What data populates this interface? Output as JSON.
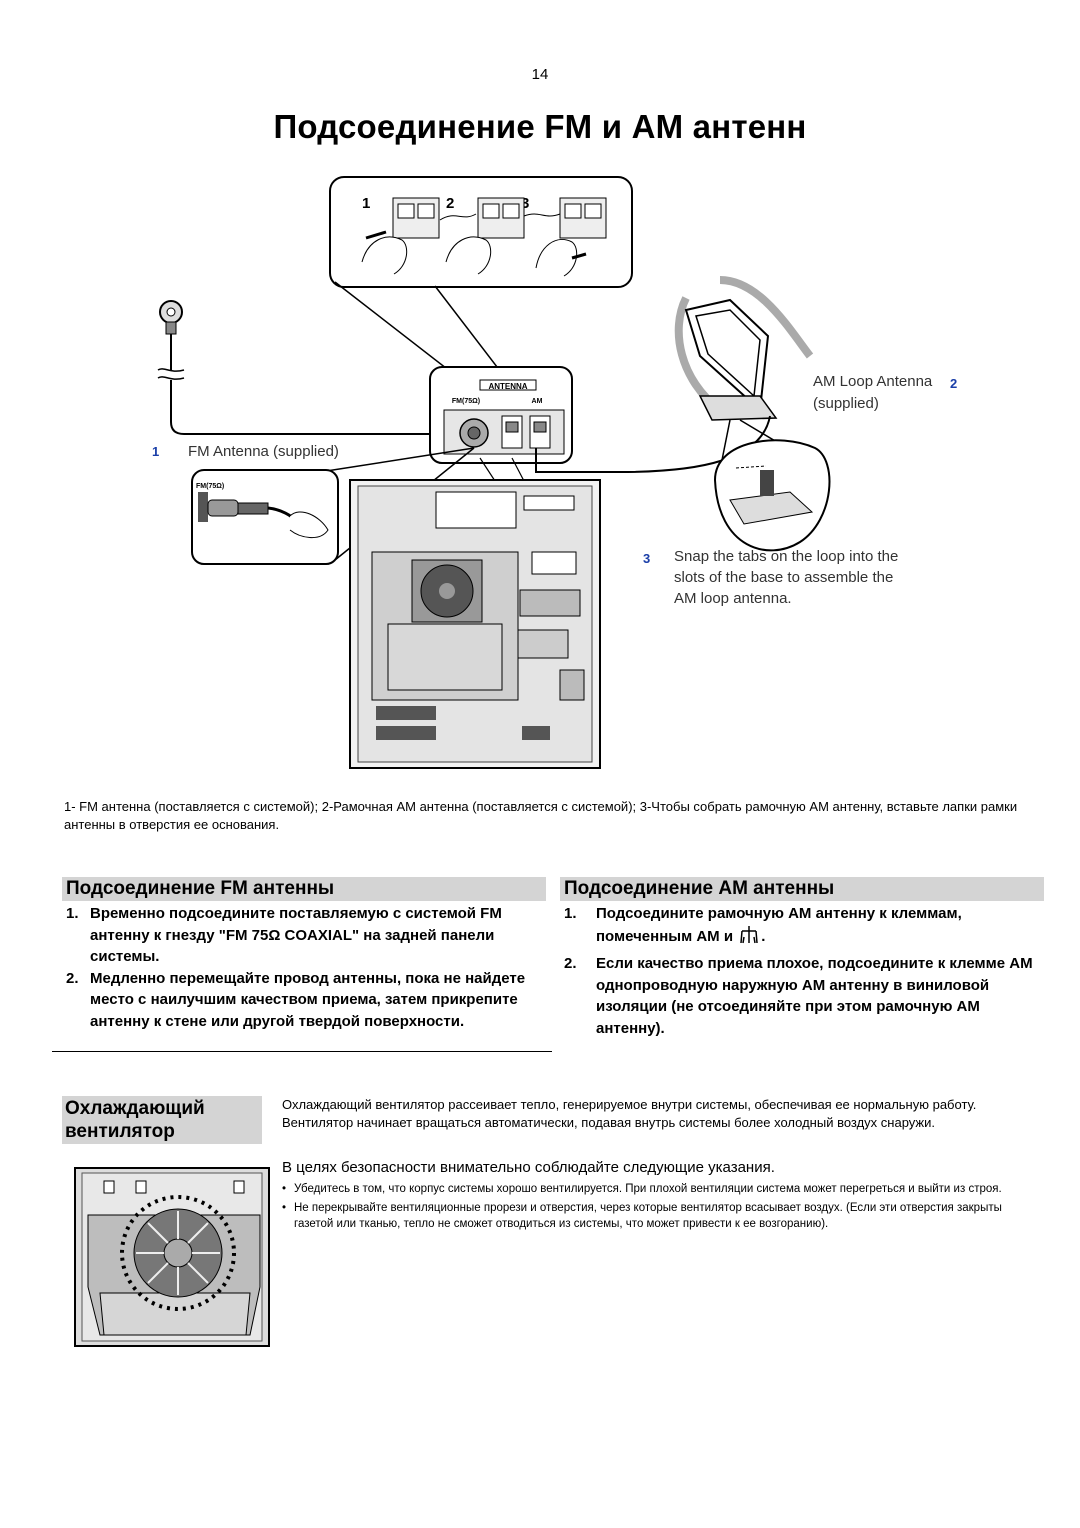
{
  "page": {
    "number": "14",
    "title": "Подсоединение FM и AM антенн"
  },
  "figure": {
    "step_numbers": [
      "1",
      "2",
      "3"
    ],
    "panel_label_antenna": "ANTENNA",
    "panel_label_fm": "FM(75Ω)",
    "panel_label_am": "AM",
    "inset_label_fm": "FM(75Ω)",
    "callout_1_num": "1",
    "callout_1_text": "FM Antenna (supplied)",
    "callout_2_num": "2",
    "callout_2_line1": "AM Loop Antenna",
    "callout_2_line2": "(supplied)",
    "callout_3_num": "3",
    "callout_3_line1": "Snap the tabs on the loop into the",
    "callout_3_line2": "slots of the base to assemble the",
    "callout_3_line3": "AM loop antenna."
  },
  "caption": "1- FM антенна (поставляется с системой); 2-Рамочная AM антенна (поставляется с системой); 3-Чтобы собрать рамочную AM антенну, вставьте лапки рамки антенны в отверстия ее основания.",
  "fm_section": {
    "heading": "Подсоединение FM антенны",
    "steps": [
      {
        "num": "1.",
        "text": "Временно подсоедините поставляемую с системой FM антенну к гнезду \"FM 75Ω COAXIAL\" на задней панели системы."
      },
      {
        "num": "2.",
        "text": "Медленно перемещайте провод антенны, пока не найдете место с наилучшим качеством приема, затем прикрепите антенну к стене или другой твердой поверхности."
      }
    ]
  },
  "am_section": {
    "heading": "Подсоединение AM антенны",
    "steps": [
      {
        "num": "1.",
        "text_before": "Подсоедините рамочную AM антенну к клеммам, помеченным AM и",
        "text_after": "."
      },
      {
        "num": "2.",
        "text": "Если качество приема плохое, подсоедините к клемме AM однопроводную наружную AM антенну в виниловой изоляции (не отсоединяйте при этом рамочную AM антенну)."
      }
    ]
  },
  "fan_section": {
    "heading": "Охлаждающий вентилятор",
    "description": "Охлаждающий вентилятор рассеивает тепло, генерируемое внутри системы, обеспечивая ее нормальную работу. Вентилятор начинает вращаться автоматически, подавая внутрь системы более холодный воздух снаружи.",
    "safety_intro": "В целях безопасности внимательно соблюдайте следующие указания.",
    "bullets": [
      "Убедитесь в том, что корпус системы хорошо вентилируется. При плохой вентиляции система может перегреться и выйти из строя.",
      "Не перекрывайте вентиляционные прорези и отверстия, через которые вентилятор всасывает воздух. (Если эти отверстия закрыты газетой или тканью, тепло не сможет отводиться из системы, что может привести к ее возгоранию)."
    ]
  },
  "colors": {
    "heading_band": "#d4d4d4",
    "callout_number": "#1a3ea8"
  }
}
